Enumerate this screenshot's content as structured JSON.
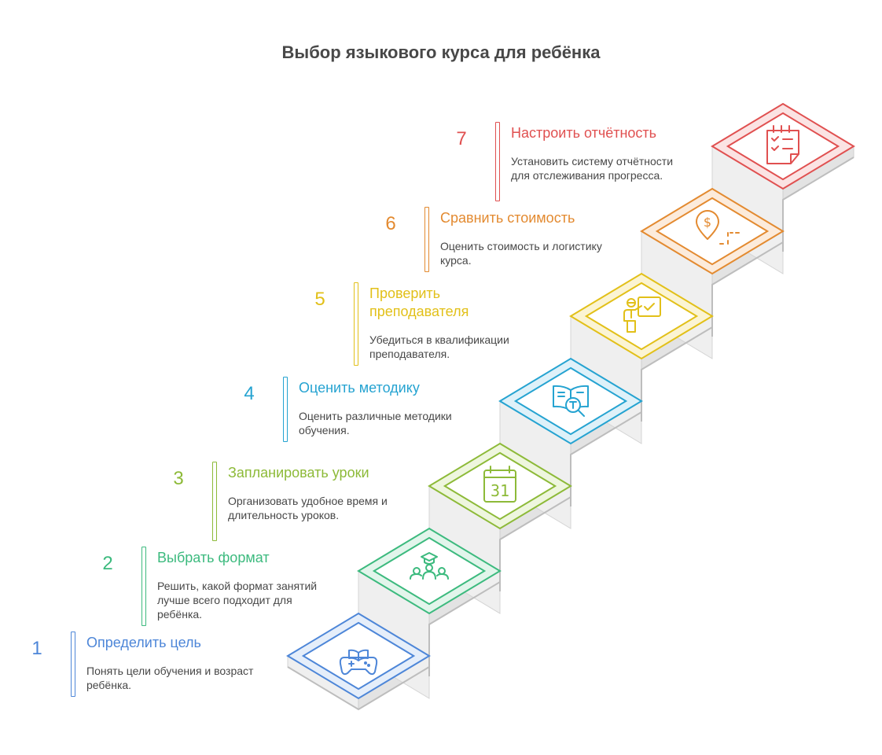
{
  "title": "Выбор языкового курса для ребёнка",
  "steps": [
    {
      "num": "1",
      "heading": "Определить цель",
      "desc": "Понять цели обучения и возраст ребёнка.",
      "color": "#4d86d8",
      "fill": "#e5eefa",
      "icon": "gamepad-book-icon"
    },
    {
      "num": "2",
      "heading": "Выбрать формат",
      "desc": "Решить, какой формат занятий лучше всего подходит для ребёнка.",
      "color": "#3cba7e",
      "fill": "#e2f5eb",
      "icon": "graduation-group-icon"
    },
    {
      "num": "3",
      "heading": "Запланировать уроки",
      "desc": "Организовать удобное время и длительность уроков.",
      "color": "#8dba38",
      "fill": "#eef6de",
      "icon": "calendar-31-icon"
    },
    {
      "num": "4",
      "heading": "Оценить методику",
      "desc": "Оценить различные методики обучения.",
      "color": "#25a3d1",
      "fill": "#def1f9",
      "icon": "book-magnifier-icon"
    },
    {
      "num": "5",
      "heading": "Проверить\nпреподавателя",
      "desc": "Убедиться в квалификации преподавателя.",
      "color": "#e2c019",
      "fill": "#fbf4d3",
      "icon": "teacher-board-icon"
    },
    {
      "num": "6",
      "heading": "Сравнить стоимость",
      "desc": "Оценить стоимость и логистику курса.",
      "color": "#e38a30",
      "fill": "#fcebdb",
      "icon": "price-pin-icon"
    },
    {
      "num": "7",
      "heading": "Настроить отчётность",
      "desc": "Установить систему отчётности для отслеживания прогресса.",
      "color": "#e05050",
      "fill": "#fbe3e3",
      "icon": "checklist-icon"
    }
  ]
}
